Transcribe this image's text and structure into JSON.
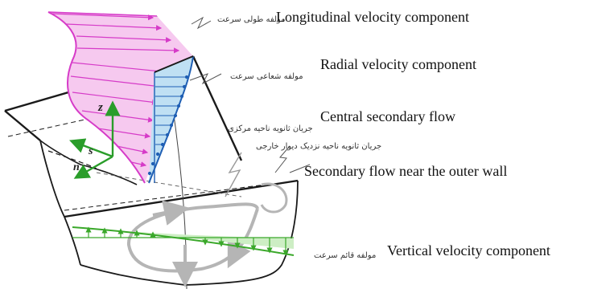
{
  "labels": {
    "longitudinal": {
      "en": "Longitudinal velocity component",
      "fa": "مولفه طولی سرعت"
    },
    "radial": {
      "en": "Radial velocity component",
      "fa": "مولفه شعاعی سرعت"
    },
    "central": {
      "en": "Central secondary flow",
      "fa": "جریان ثانویه ناحیه مرکزی"
    },
    "outer_wall": {
      "en": "Secondary flow near the outer wall",
      "fa": "جریان ثانویه ناحیه نزدیک دیوار خارجی"
    },
    "vertical": {
      "en": "Vertical velocity component",
      "fa": "مولفه قائم سرعت"
    }
  },
  "axes": {
    "z": "z",
    "s": "s",
    "n": "n"
  },
  "colors": {
    "longitudinal": "#d63bc8",
    "longitudinal_fill": "#f6c9ef",
    "radial": "#1f5fb4",
    "radial_fill": "#bfe0f3",
    "vertical": "#3aa82a",
    "vertical_fill": "#cdeec4",
    "secondary_flow": "#b5b5b5",
    "axes": "#2a9d2a",
    "outline": "#1a1a1a"
  }
}
